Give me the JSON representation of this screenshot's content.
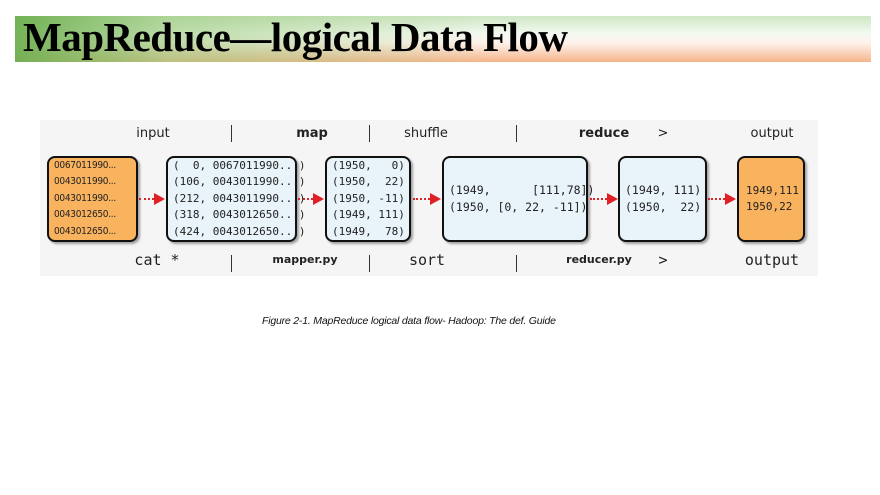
{
  "slide": {
    "title": "MapReduce—logical Data Flow",
    "caption": "Figure 2-1. MapReduce logical data flow- Hadoop: The def. Guide"
  },
  "diagram": {
    "headers": {
      "input": "input",
      "map": "map",
      "shuffle": "shuffle",
      "reduce": "reduce",
      "redirect": ">",
      "output": "output"
    },
    "footers": {
      "cat": "cat *",
      "mapper": "mapper.py",
      "sort": "sort",
      "reducer": "reducer.py",
      "redirect": ">",
      "output": "output"
    },
    "boxes": {
      "input": {
        "color": "#f9b35e",
        "lines": [
          "0067011990...",
          "0043011990...",
          "0043011990...",
          "0043012650...",
          "0043012650..."
        ]
      },
      "map_input": {
        "color": "#e8f4fa",
        "lines": [
          "(  0, 0067011990...)",
          "(106, 0043011990...)",
          "(212, 0043011990...)",
          "(318, 0043012650...)",
          "(424, 0043012650...)"
        ]
      },
      "map_output": {
        "color": "#e8f4fa",
        "lines": [
          "(1950,   0)",
          "(1950,  22)",
          "(1950, -11)",
          "(1949, 111)",
          "(1949,  78)"
        ]
      },
      "shuffle_output": {
        "color": "#e8f4fa",
        "lines": [
          "(1949,      [111,78])",
          "(1950, [0, 22, -11])"
        ]
      },
      "reduce_output": {
        "color": "#e8f4fa",
        "lines": [
          "(1949, 111)",
          "(1950,  22)"
        ]
      },
      "output": {
        "color": "#f9b35e",
        "lines": [
          "1949,111",
          "1950,22"
        ]
      }
    },
    "arrow_color": "#e02027"
  }
}
